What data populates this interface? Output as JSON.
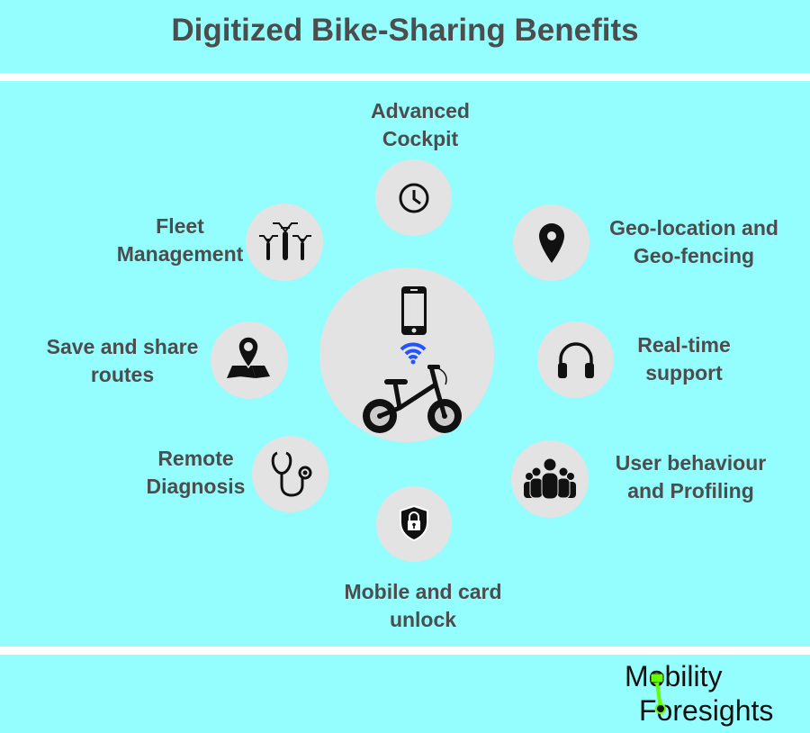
{
  "title": "Digitized Bike-Sharing Benefits",
  "center": {
    "icons": [
      "smartphone-icon",
      "wifi-icon",
      "balance-bike-icon"
    ],
    "wifi_color": "#2255ff"
  },
  "benefits": [
    {
      "label_1": "Advanced",
      "label_2": "Cockpit",
      "icon": "clock-icon"
    },
    {
      "label_1": "Geo-location and",
      "label_2": "Geo-fencing",
      "icon": "map-pin-icon"
    },
    {
      "label_1": "Real-time",
      "label_2": "support",
      "icon": "headphones-icon"
    },
    {
      "label_1": "User behaviour",
      "label_2": "and Profiling",
      "icon": "group-icon"
    },
    {
      "label_1": "Mobile and card",
      "label_2": "unlock",
      "icon": "shield-lock-icon"
    },
    {
      "label_1": "Remote",
      "label_2": "Diagnosis",
      "icon": "stethoscope-icon"
    },
    {
      "label_1": "Save and share",
      "label_2": "routes",
      "icon": "map-route-icon"
    },
    {
      "label_1": "Fleet",
      "label_2": "Management",
      "icon": "bikes-fleet-icon"
    }
  ],
  "logo": {
    "line_1": "Mobility",
    "line_2": "Foresights",
    "accent": "#66ff00"
  },
  "colors": {
    "background": "#94fdfd",
    "circle": "#e3e3e3",
    "text": "#4d4d4d"
  }
}
